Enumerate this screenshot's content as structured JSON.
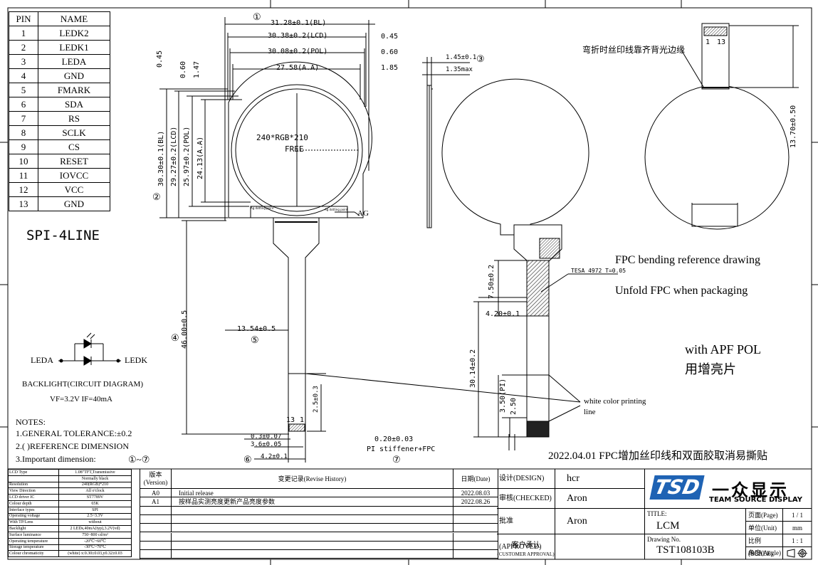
{
  "pin_table": {
    "headers": [
      "PIN",
      "NAME"
    ],
    "rows": [
      [
        "1",
        "LEDK2"
      ],
      [
        "2",
        "LEDK1"
      ],
      [
        "3",
        "LEDA"
      ],
      [
        "4",
        "GND"
      ],
      [
        "5",
        "FMARK"
      ],
      [
        "6",
        "SDA"
      ],
      [
        "7",
        "RS"
      ],
      [
        "8",
        "SCLK"
      ],
      [
        "9",
        "CS"
      ],
      [
        "10",
        "RESET"
      ],
      [
        "11",
        "IOVCC"
      ],
      [
        "12",
        "VCC"
      ],
      [
        "13",
        "GND"
      ]
    ]
  },
  "interface_label": "SPI-4LINE",
  "backlight": {
    "leda": "LEDA",
    "ledk": "LEDK",
    "title": "BACKLIGHT(CIRCUIT DIAGRAM)",
    "spec": "VF=3.2V  IF=40mA"
  },
  "notes": {
    "title": "NOTES:",
    "items": [
      "1.GENERAL TOLERANCE:±0.2",
      "2.( )REFERENCE DIMENSION",
      "3.Important dimension:"
    ],
    "important_range": "①~⑦"
  },
  "front_view": {
    "dims_top": [
      "31.28±0.1(BL)",
      "30.38±0.2(LCD)",
      "30.08±0.2(POL)",
      "27.58(A.A)"
    ],
    "dims_top_right": [
      "0.45",
      "0.60",
      "1.85"
    ],
    "dims_left_small": [
      "0.45",
      "0.60",
      "1.47"
    ],
    "dims_left": [
      "30.30±0.1(BL)",
      "29.27±0.2(LCD)",
      "25.97±0.2(POL)",
      "24.13(A.A)"
    ],
    "display_text": [
      "240*RGB*210",
      "FREE"
    ],
    "ag_label": "AG",
    "ag_small": [
      "Ag dotting point",
      "Ag dotting point"
    ],
    "fpc_width": "13.54±0.5",
    "fpc_length": "46.00±0.5",
    "dim_25": "2.5±0.3",
    "dims_bottom": [
      "0.3±0.07",
      "3.6±0.05",
      "4.2±0.1"
    ],
    "pin_marks": [
      "13",
      "1"
    ],
    "markers": [
      "①",
      "②",
      "③",
      "④",
      "⑤",
      "⑥",
      "⑦"
    ]
  },
  "side_view": {
    "dims": [
      "1.45±0.1",
      "1.35max"
    ],
    "bottom": [
      "0.20±0.03",
      "PI stiffener+FPC"
    ]
  },
  "back_view": {
    "tesa": "TESA 4972 T=0.05",
    "dim_750": "7.50±0.2",
    "dim_420": "4.20±0.1",
    "dim_3014": "30.14±0.2",
    "dim_350": "3.50(PI)",
    "dim_250": "2.50",
    "white_line": [
      "white color printing",
      "line"
    ]
  },
  "bend_view": {
    "note": "弯折时丝印线靠齐背光边缘",
    "pins": [
      "1",
      "13"
    ],
    "dim": "13.70±0.50"
  },
  "fpc_notes": [
    "FPC bending reference drawing",
    "Unfold FPC when packaging"
  ],
  "apf": [
    "with APF POL",
    "用增亮片"
  ],
  "revision_note": "2022.04.01 FPC增加丝印线和双面胶取消易撕贴",
  "spec_table": [
    [
      "LCD Type",
      "1.08\"TFT,Transmissive"
    ],
    [
      "",
      "Normally black"
    ],
    [
      "Resolution",
      "240(RGB)*210"
    ],
    [
      "View Direction",
      "All o'clock"
    ],
    [
      "LCD driver IC",
      "ST7789V"
    ],
    [
      "Colour depth",
      "65K"
    ],
    [
      "Interface types",
      "SPI"
    ],
    [
      "Operating voltage",
      "2.5~3.3V"
    ],
    [
      "With TP/Lens",
      "without"
    ],
    [
      "Backlight",
      "2 LEDs,40mA(typ),3.2V(vd)"
    ],
    [
      "Surface luminance",
      "750~800 cd/m²"
    ],
    [
      "Operating temperature",
      "-20℃~60℃"
    ],
    [
      "Storage temperature",
      "-30℃~70℃"
    ],
    [
      "Colour chromaticity",
      "(white) x:0.30±0.03,y0.32±0.03"
    ]
  ],
  "revision": {
    "version_header": "版本\n(Version)",
    "history_header": "变更记录(Revise History)",
    "date_header": "日期(Date)",
    "rows": [
      {
        "ver": "A0",
        "desc": "Initial release",
        "date": "2022.08.03"
      },
      {
        "ver": "A1",
        "desc": "按样品实测亮度更新产品亮度参数",
        "date": "2022.08.26"
      }
    ]
  },
  "title_block": {
    "design_label": "设计(DESIGN)",
    "design": "hcr",
    "checked_label": "审核(CHECKED)",
    "checked": "Aron",
    "approved_label": "批准(APPROVED)",
    "approved": "Aron",
    "customer_label": "客户承认",
    "customer_label_en": "(CUSTOMER APPROVAL)",
    "title_label": "TITLE:",
    "title": "LCM",
    "drawing_label": "Drawing No.",
    "drawing_no": "TST108103B",
    "page_label": "页面(Page)",
    "page": "1 / 1",
    "unit_label": "单位(Unit)",
    "unit": "mm",
    "scale_label": "比例(SCALE)",
    "scale": "1 : 1",
    "angle_label": "角度(Angle)",
    "logo_mark": "TSD",
    "company_cn": "一众显示",
    "company_en": "TEAM SOURCE DISPLAY"
  },
  "colors": {
    "logo_blue": "#1f63b4",
    "hatch": "#555555"
  }
}
